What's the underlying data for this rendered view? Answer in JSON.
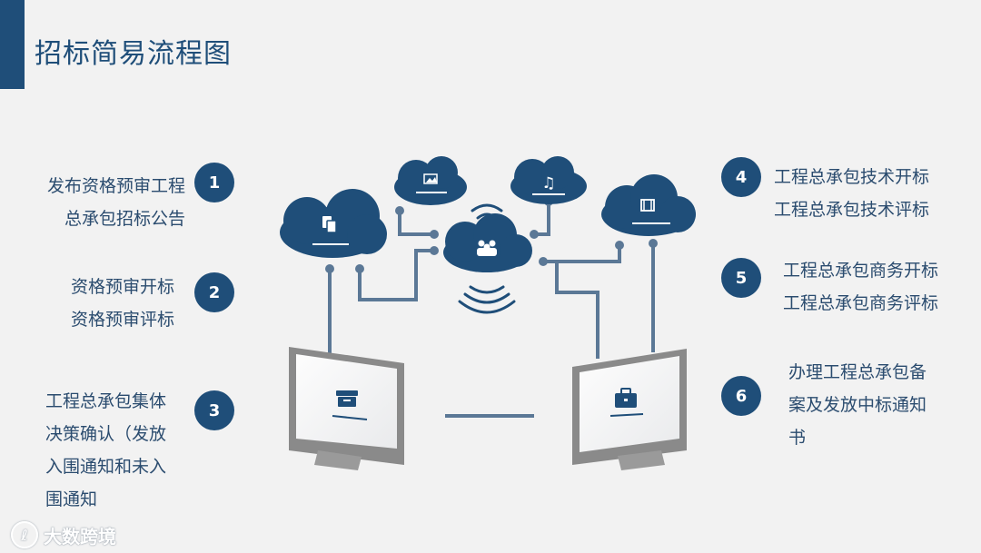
{
  "title": "招标简易流程图",
  "colors": {
    "accent": "#1f4e79",
    "line": "#5b7896",
    "monitor_frame": "#9a9a9a"
  },
  "steps": [
    {
      "number": "1",
      "lines": [
        "发布资格预审工程",
        "总承包招标公告"
      ]
    },
    {
      "number": "2",
      "lines": [
        "资格预审开标",
        "资格预审评标"
      ]
    },
    {
      "number": "3",
      "lines": [
        "工程总承包集体",
        "决策确认（发放",
        "入围通知和未入",
        "围通知"
      ]
    },
    {
      "number": "4",
      "lines": [
        "工程总承包技术开标",
        "工程总承包技术评标"
      ]
    },
    {
      "number": "5",
      "lines": [
        "工程总承包商务开标",
        "工程总承包商务评标"
      ]
    },
    {
      "number": "6",
      "lines": [
        "办理工程总承包备",
        "案及发放中标通知",
        "书"
      ]
    }
  ],
  "icons": {
    "cloud_left": "documents-icon",
    "cloud_image": "image-icon",
    "cloud_center": "people-icon",
    "cloud_music": "music-icon",
    "cloud_film": "film-icon",
    "monitor_left": "archive-box-icon",
    "monitor_right": "briefcase-icon",
    "wifi": "wifi-icon"
  },
  "watermark": {
    "logo": "ℓ",
    "text": "大数跨境"
  }
}
